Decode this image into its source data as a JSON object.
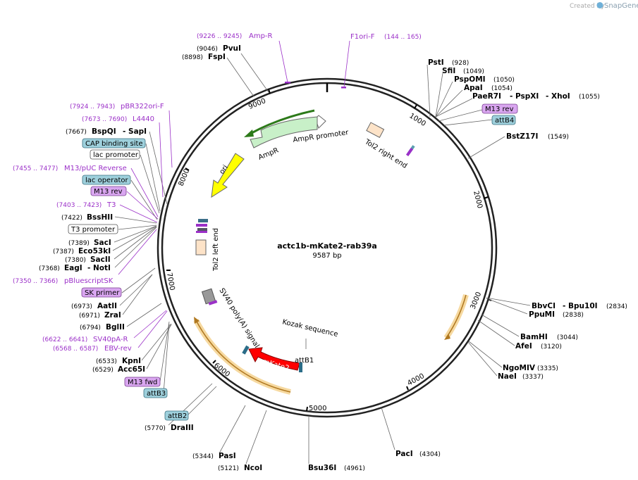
{
  "credit": {
    "prefix": "Created by",
    "brand": "SnapGene"
  },
  "plasmid": {
    "name": "actc1b-mKate2-rab39a",
    "length_label": "9587 bp"
  },
  "ticks": [
    "1000",
    "2000",
    "3000",
    "4000",
    "5000",
    "6000",
    "7000",
    "8000",
    "9000"
  ],
  "features": {
    "ampr_promoter": "AmpR promoter",
    "ampr": "AmpR",
    "ori": "ori",
    "tol2_right": "Tol2 right end",
    "tol2_left": "Tol2 left end",
    "sv40": "SV40 poly(A) signal",
    "kozak": "Kozak sequence",
    "mkate2": "mKate2",
    "attb1": "attB1"
  },
  "enzymes": {
    "pvui": {
      "name": "PvuI",
      "pos": "(9046)"
    },
    "fspi": {
      "name": "FspI",
      "pos": "(8898)"
    },
    "psti": {
      "name": "PstI",
      "pos": "(928)"
    },
    "sfii": {
      "name": "SfiI",
      "pos": "(1049)"
    },
    "pspomi": {
      "name": "PspOMI",
      "pos": "(1050)"
    },
    "apai": {
      "name": "ApaI",
      "pos": "(1054)"
    },
    "paer7i": {
      "name": "PaeR7I",
      "sep1": "- PspXI",
      "sep2": "- XhoI",
      "pos": "(1055)"
    },
    "bstz17i": {
      "name": "BstZ17I",
      "pos": "(1549)"
    },
    "bbvci": {
      "name": "BbvCI",
      "sep": "- Bpu10I",
      "pos": "(2834)"
    },
    "ppumi": {
      "name": "PpuMI",
      "pos": "(2838)"
    },
    "bamhi": {
      "name": "BamHI",
      "pos": "(3044)"
    },
    "afei": {
      "name": "AfeI",
      "pos": "(3120)"
    },
    "ngomiv": {
      "name": "NgoMIV",
      "pos": "(3335)"
    },
    "naei": {
      "name": "NaeI",
      "pos": "(3337)"
    },
    "paci": {
      "name": "PacI",
      "pos": "(4304)"
    },
    "bsu36i": {
      "name": "Bsu36I",
      "pos": "(4961)"
    },
    "ncoi": {
      "name": "NcoI",
      "pos": "(5121)"
    },
    "pasi": {
      "name": "PasI",
      "pos": "(5344)"
    },
    "draiii": {
      "name": "DraIII",
      "pos": "(5770)"
    },
    "bspqi": {
      "name": "BspQI",
      "sep": "- SapI",
      "pos": "(7667)"
    },
    "bsshii": {
      "name": "BssHII",
      "pos": "(7422)"
    },
    "saci": {
      "name": "SacI",
      "pos": "(7389)"
    },
    "eco53ki": {
      "name": "Eco53kI",
      "pos": "(7387)"
    },
    "sacii": {
      "name": "SacII",
      "pos": "(7380)"
    },
    "eagi": {
      "name": "EagI",
      "sep": "- NotI",
      "pos": "(7368)"
    },
    "aatii": {
      "name": "AatII",
      "pos": "(6973)"
    },
    "zrai": {
      "name": "ZraI",
      "pos": "(6971)"
    },
    "bglii": {
      "name": "BglII",
      "pos": "(6794)"
    },
    "kpni": {
      "name": "KpnI",
      "pos": "(6533)"
    },
    "acc65i": {
      "name": "Acc65I",
      "pos": "(6529)"
    }
  },
  "primers": {
    "ampr": {
      "range": "(9226 .. 9245)",
      "name": "Amp-R"
    },
    "f1ori": {
      "range": "(144 .. 165)",
      "name": "F1ori-F"
    },
    "pbr322": {
      "range": "(7924 .. 7943)",
      "name": "pBR322ori-F"
    },
    "l4440": {
      "range": "(7673 .. 7690)",
      "name": "L4440"
    },
    "m13puc": {
      "range": "(7455 .. 7477)",
      "name": "M13/pUC Reverse"
    },
    "t3": {
      "range": "(7403 .. 7423)",
      "name": "T3"
    },
    "pbluescript": {
      "range": "(7350 .. 7366)",
      "name": "pBluescriptSK"
    },
    "sv40pa": {
      "range": "(6622 .. 6641)",
      "name": "SV40pA-R"
    },
    "ebv": {
      "range": "(6568 .. 6587)",
      "name": "EBV-rev"
    }
  },
  "boxes": {
    "m13rev_right": "M13 rev",
    "attb4": "attB4",
    "cap": "CAP binding site",
    "lac_promoter": "lac promoter",
    "lac_operator": "lac operator",
    "m13rev_left": "M13 rev",
    "t3_promoter": "T3 promoter",
    "sk_primer": "SK primer",
    "m13fwd": "M13 fwd",
    "attb3": "attB3",
    "attb2": "attB2"
  },
  "colors": {
    "primer": "#9b30c8",
    "primer_box": "#d9a6f0",
    "attb_box": "#9ed0dc",
    "promoter": "#c8f0c8",
    "ori": "#ffff00",
    "mkate2": "#ff0000",
    "orange_feature": "#f0b040",
    "tol2": "#fde3c8"
  }
}
